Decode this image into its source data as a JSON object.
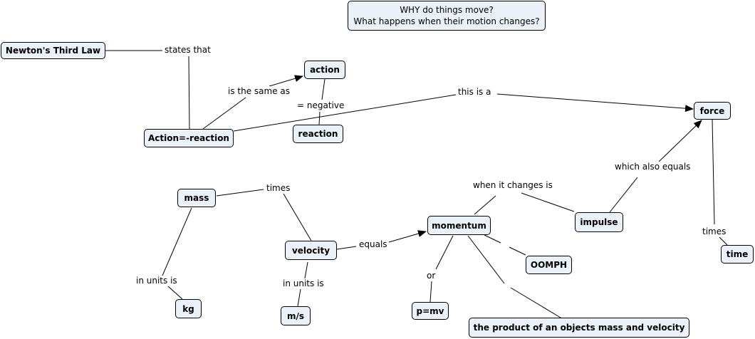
{
  "title": {
    "line1": "WHY do things move?",
    "line2": "What happens when their motion changes?"
  },
  "nodes": {
    "newton": "Newton's Third Law",
    "action": "action",
    "action_reaction": "Action=-reaction",
    "reaction": "reaction",
    "force": "force",
    "mass": "mass",
    "velocity": "velocity",
    "momentum": "momentum",
    "impulse": "impulse",
    "oomph": "OOMPH",
    "time": "time",
    "kg": "kg",
    "ms": "m/s",
    "pmv": "p=mv",
    "product": "the product of an objects mass and velocity"
  },
  "links": {
    "states_that": "states that",
    "is_same_as": "is the same as",
    "negative": "= negative",
    "this_is_a": "this is a",
    "times_mass": "times",
    "in_units_kg": "in units is",
    "in_units_ms": "in units is",
    "equals": "equals",
    "when_changes": "when it changes is",
    "which_also": "which also equals",
    "times_time": "times",
    "or": "or"
  },
  "colors": {
    "node_fill": "#eaf1f8",
    "line": "#000000"
  }
}
